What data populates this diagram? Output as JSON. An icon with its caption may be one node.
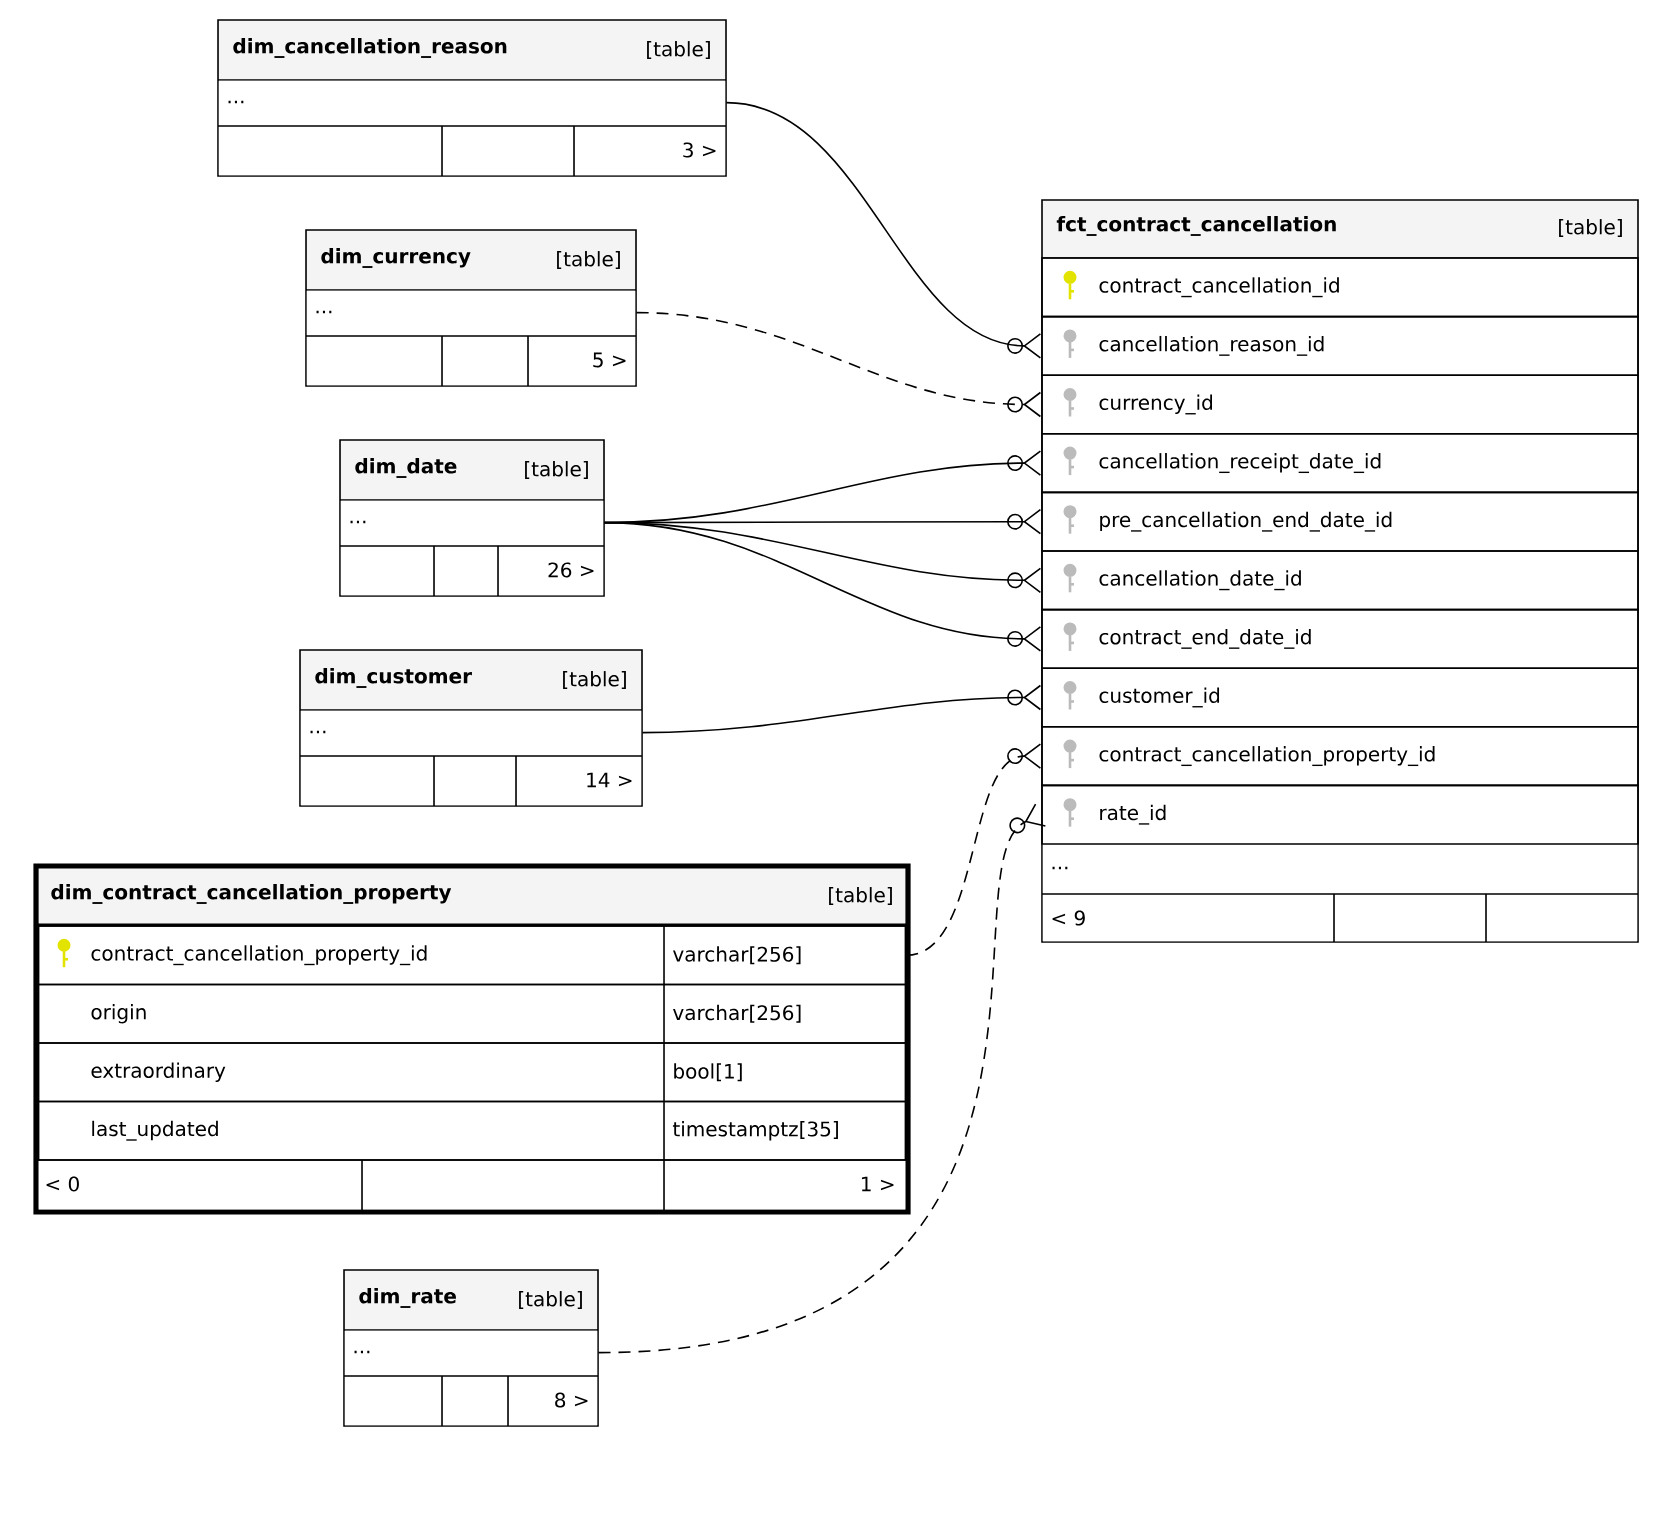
{
  "diagram": {
    "nodes": [
      {
        "text": [
          "dim_cancellation_reason",
          "[table]",
          "...",
          "3 >"
        ]
      },
      {
        "text": [
          "fct_contract_cancellation",
          "[table]",
          "...",
          "< 9"
        ]
      },
      {
        "text": [
          "contract_cancellation_id"
        ],
        "in": 1
      },
      {
        "text": [
          "cancellation_reason_id"
        ],
        "in": 1
      },
      {
        "text": [
          "currency_id"
        ],
        "in": 1
      },
      {
        "text": [
          "cancellation_receipt_date_id"
        ],
        "in": 1
      },
      {
        "text": [
          "pre_cancellation_end_date_id"
        ],
        "in": 1
      },
      {
        "text": [
          "cancellation_date_id"
        ],
        "in": 1
      },
      {
        "text": [
          "contract_end_date_id"
        ],
        "in": 1
      },
      {
        "text": [
          "customer_id"
        ],
        "in": 1
      },
      {
        "text": [
          "contract_cancellation_property_id"
        ],
        "in": 1
      },
      {
        "text": [
          "rate_id"
        ],
        "in": 1
      },
      {
        "text": [
          "dim_currency",
          "[table]",
          "...",
          "5 >"
        ]
      },
      {
        "text": [
          "dim_date",
          "[table]",
          "...",
          "26 >"
        ]
      },
      {
        "text": [
          "dim_customer",
          "[table]",
          "...",
          "14 >"
        ]
      },
      {
        "text": [
          "dim_contract_cancellation_property",
          "[table]",
          "< 0",
          "1 >"
        ]
      },
      {
        "text": [
          "contract_cancellation_property_id",
          "varchar[256]"
        ],
        "in": 15
      },
      {
        "text": [
          "origin",
          "varchar[256]"
        ],
        "in": 15
      },
      {
        "text": [
          "extraordinary",
          "bool[1]"
        ],
        "in": 15
      },
      {
        "text": [
          "last_updated",
          "timestamptz[35]"
        ],
        "in": 15
      },
      {
        "text": [
          "dim_rate",
          "[table]",
          "...",
          "8 >"
        ]
      }
    ],
    "edges": [
      {
        "from": 0,
        "to": 3,
        "arrow": "other"
      },
      {
        "from": 12,
        "to": 4,
        "arrow": "other",
        "style": "dashed"
      },
      {
        "from": 13,
        "to": 5,
        "arrow": "other"
      },
      {
        "from": 13,
        "to": 6,
        "arrow": "other"
      },
      {
        "from": 13,
        "to": 7,
        "arrow": "other"
      },
      {
        "from": 13,
        "to": 8,
        "arrow": "other"
      },
      {
        "from": 14,
        "to": 9,
        "arrow": "other"
      },
      {
        "from": 16,
        "to": 10,
        "arrow": "other",
        "style": "dashed"
      },
      {
        "from": 20,
        "to": 11,
        "arrow": "other",
        "style": "dashed"
      }
    ]
  }
}
